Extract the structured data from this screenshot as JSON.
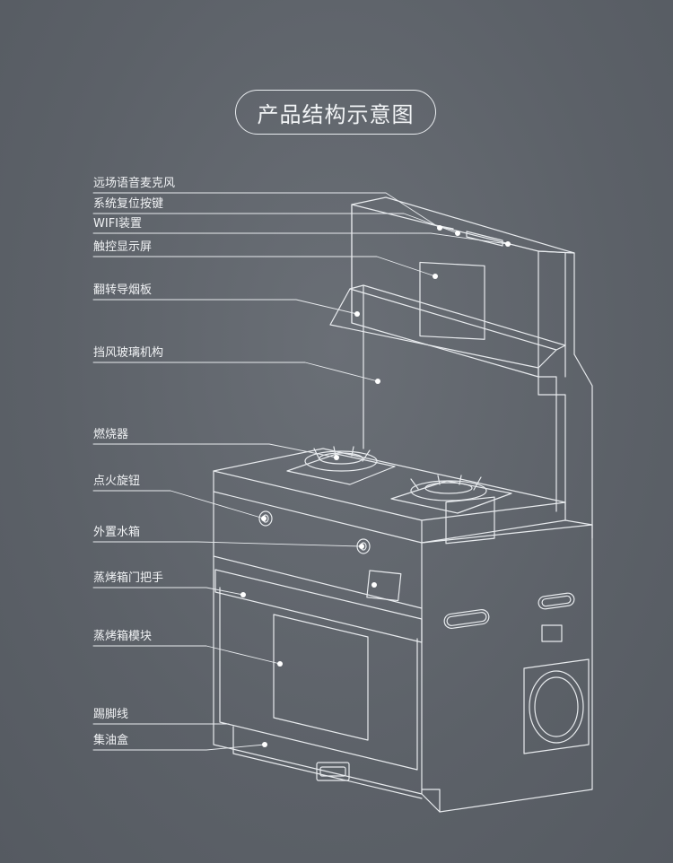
{
  "title": "产品结构示意图",
  "labels": [
    {
      "id": "mic",
      "text": "远场语音麦克风"
    },
    {
      "id": "reset",
      "text": "系统复位按键"
    },
    {
      "id": "wifi",
      "text": "WIFI装置"
    },
    {
      "id": "touch",
      "text": "触控显示屏"
    },
    {
      "id": "flap",
      "text": "翻转导烟板"
    },
    {
      "id": "glass",
      "text": "挡风玻璃机构"
    },
    {
      "id": "burner",
      "text": "燃烧器"
    },
    {
      "id": "knob",
      "text": "点火旋钮"
    },
    {
      "id": "tank",
      "text": "外置水箱"
    },
    {
      "id": "handle",
      "text": "蒸烤箱门把手"
    },
    {
      "id": "oven",
      "text": "蒸烤箱模块"
    },
    {
      "id": "kick",
      "text": "踢脚线"
    },
    {
      "id": "oil",
      "text": "集油盒"
    }
  ],
  "colors": {
    "background": "#5f646b",
    "line": "#e8ebee",
    "text": "#f0f2f4"
  }
}
